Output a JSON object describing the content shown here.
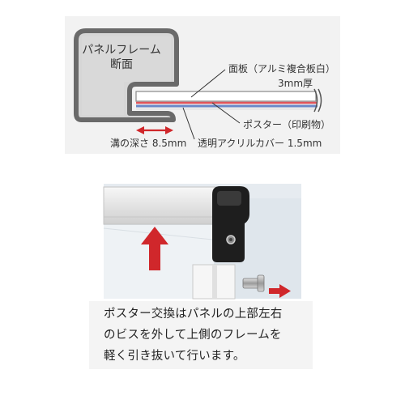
{
  "cross_section": {
    "frame_label_line1": "パネルフレーム",
    "frame_label_line2": "断面",
    "panel_label": "面板（アルミ複合板白）",
    "panel_thickness": "3mm厚",
    "poster_label": "ポスター（印刷物）",
    "groove_label": "溝の深さ 8.5mm",
    "acrylic_label": "透明アクリルカバー 1.5mm"
  },
  "instruction": {
    "line1": "ポスター交換はパネルの上部左右",
    "line2": "のビスを外して上側のフレームを",
    "line3": "軽く引き抜いて行います。"
  },
  "colors": {
    "accent_red": "#d0272b",
    "poster_red": "#e0545a",
    "acrylic_blue": "#6a88c8",
    "frame_gray": "#c8c8c8",
    "frame_dark": "#6a6a6a",
    "connector_black": "#1e1e1e"
  }
}
